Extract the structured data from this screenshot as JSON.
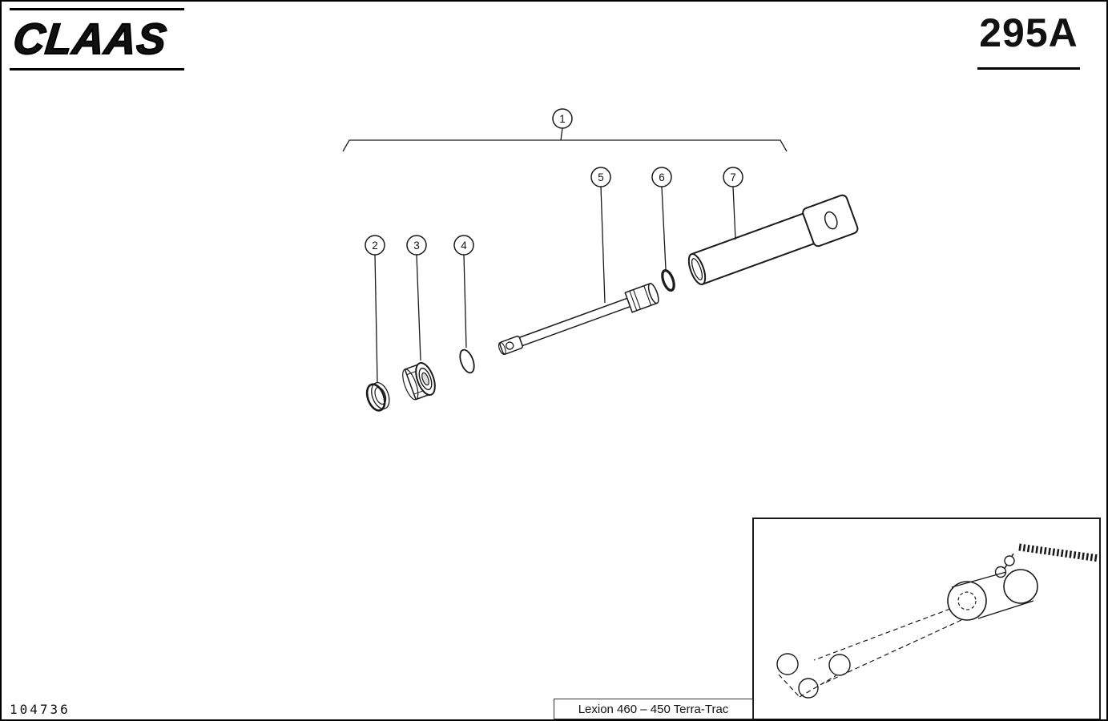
{
  "header": {
    "brand": "CLAAS",
    "page_number": "295A"
  },
  "footer": {
    "doc_number": "104736",
    "model_caption": "Lexion 460 – 450 Terra-Trac"
  },
  "diagram": {
    "callouts": [
      {
        "label": "1"
      },
      {
        "label": "2"
      },
      {
        "label": "3"
      },
      {
        "label": "4"
      },
      {
        "label": "5"
      },
      {
        "label": "6"
      },
      {
        "label": "7"
      }
    ],
    "icons": [
      "seal-ring-icon",
      "gland-nut-icon",
      "retaining-ring-icon",
      "piston-rod-icon",
      "o-ring-icon",
      "cylinder-tube-icon",
      "location-inset-icon"
    ]
  },
  "colors": {
    "ink": "#1a1a1a",
    "paper": "#ffffff"
  }
}
